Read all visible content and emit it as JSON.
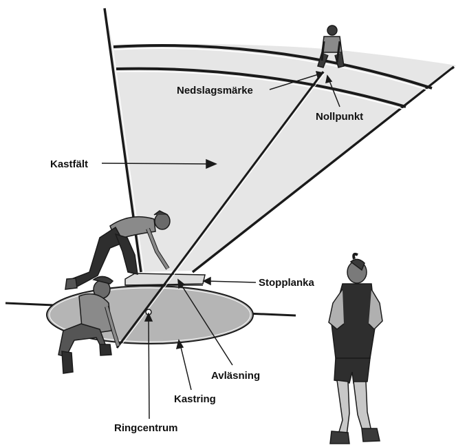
{
  "labels": {
    "nedslagsmarke": "Nedslagsmärke",
    "nollpunkt": "Nollpunkt",
    "kastfalt": "Kastfält",
    "stopplanka": "Stopplanka",
    "avlasning": "Avläsning",
    "kastring": "Kastring",
    "ringcentrum": "Ringcentrum"
  },
  "colors": {
    "field": "#e6e6e6",
    "circle": "#b5b5b5",
    "ink": "#1a1a1a",
    "figure_fill": "#8a8a8a",
    "figure_dark": "#3a3a3a"
  },
  "figures": [
    "official-measuring-tape-end",
    "official-at-stop-board",
    "official-kneeling-at-ring-center",
    "athlete-standing"
  ]
}
